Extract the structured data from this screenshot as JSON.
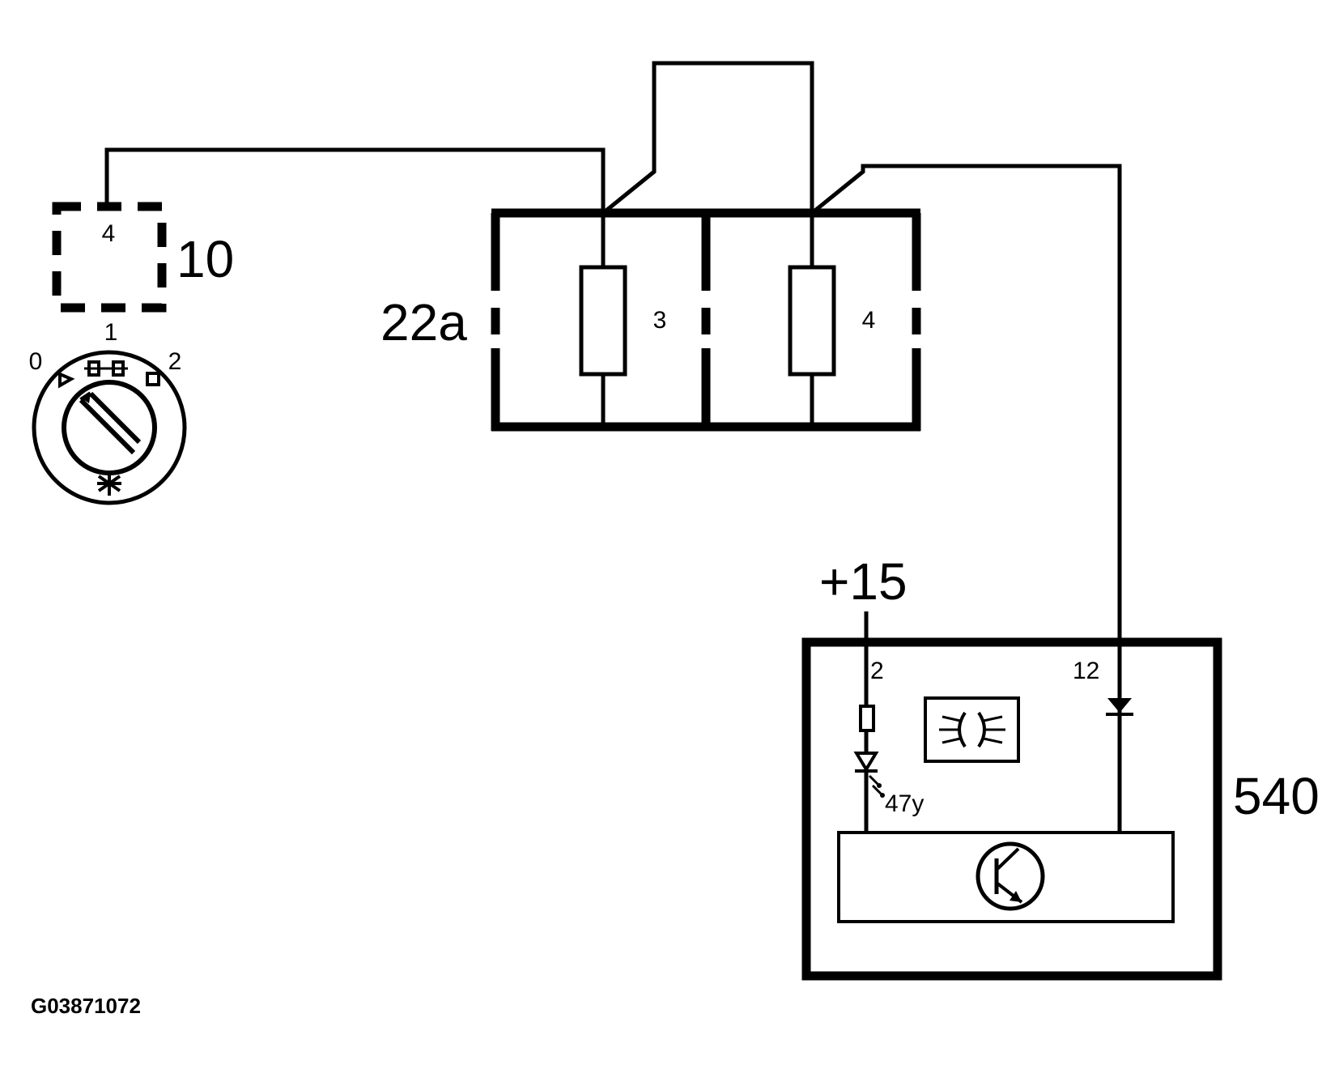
{
  "components": {
    "switch_module": {
      "label": "10",
      "pin": "4"
    },
    "light_switch": {
      "position_0": "0",
      "position_1": "1",
      "position_2": "2"
    },
    "fuse_box": {
      "label": "22a",
      "fuse_a": "3",
      "fuse_b": "4"
    },
    "control_unit": {
      "label": "540",
      "pin_supply": "2",
      "pin_signal": "12",
      "led_label": "47y",
      "symbol_icon": "headlight-indicator-icon",
      "driver_icon": "transistor-icon"
    },
    "supply": {
      "label": "+15"
    }
  },
  "figure_code": "G03871072"
}
